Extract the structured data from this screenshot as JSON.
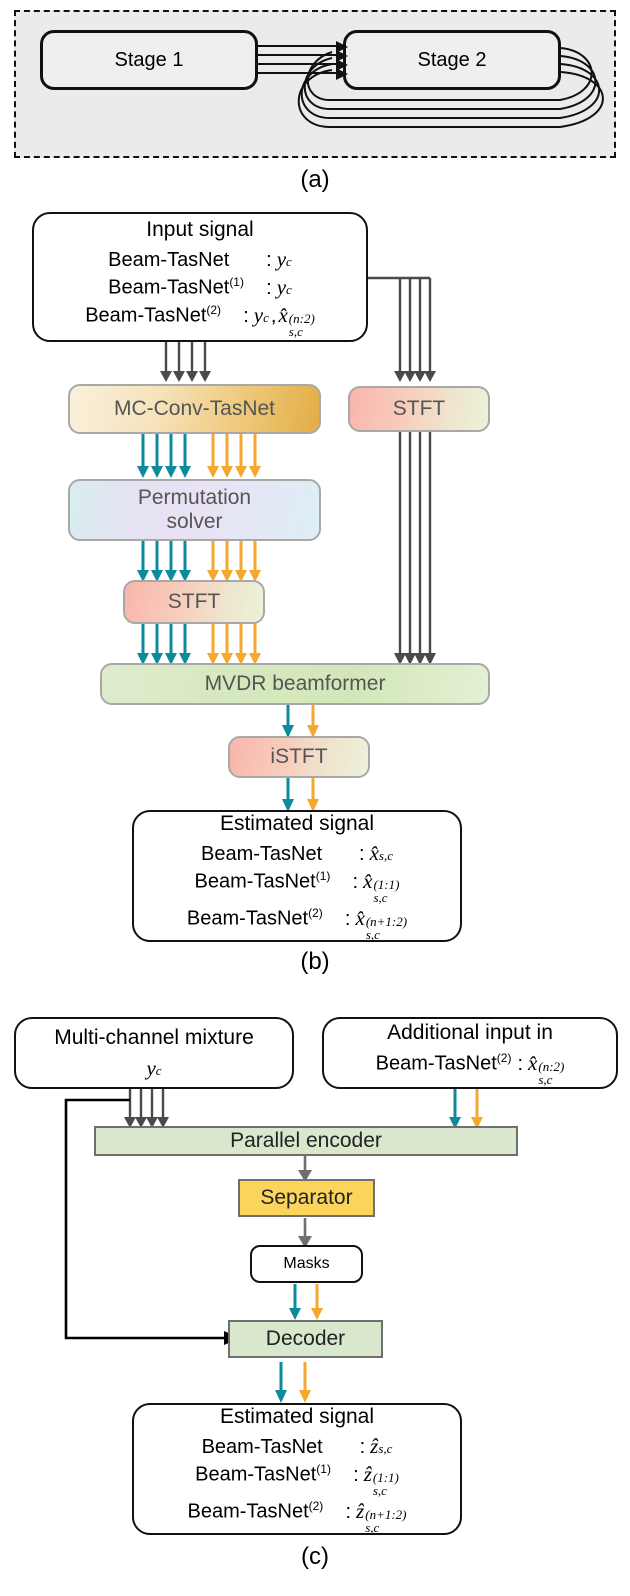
{
  "figure": {
    "panel_a": {
      "label": "(a)",
      "stage1": "Stage 1",
      "stage2": "Stage 2",
      "feedback_loops": 4,
      "forward_channels": 4
    },
    "panel_b": {
      "label": "(b)",
      "input_box": {
        "title": "Input signal",
        "rows": [
          {
            "name": "Beam-TasNet",
            "sup": "",
            "value_base": "y",
            "value_sub": "c",
            "value_sup": "",
            "extra": ""
          },
          {
            "name": "Beam-TasNet",
            "sup": "(1)",
            "value_base": "y",
            "value_sub": "c",
            "value_sup": "",
            "extra": ""
          },
          {
            "name": "Beam-TasNet",
            "sup": "(2)",
            "value_base": "y",
            "value_sub": "c",
            "value_sup": "",
            "extra": ", x̂",
            "extra_sup": "(n:2)",
            "extra_sub": "s,c"
          }
        ]
      },
      "blocks": {
        "mc_conv_tasnet": "MC-Conv-TasNet",
        "permutation_solver_line1": "Permutation",
        "permutation_solver_line2": "solver",
        "stft_left": "STFT",
        "stft_right": "STFT",
        "mvdr": "MVDR beamformer",
        "istft": "iSTFT"
      },
      "output_box": {
        "title": "Estimated signal",
        "rows": [
          {
            "name": "Beam-TasNet",
            "sup": "",
            "value_base": "x̂",
            "value_sub": "s,c",
            "value_sup": ""
          },
          {
            "name": "Beam-TasNet",
            "sup": "(1)",
            "value_base": "x̂",
            "value_sub": "s,c",
            "value_sup": "(1:1)"
          },
          {
            "name": "Beam-TasNet",
            "sup": "(2)",
            "value_base": "x̂",
            "value_sub": "s,c",
            "value_sup": "(n+1:2)"
          }
        ]
      }
    },
    "panel_c": {
      "label": "(c)",
      "mixture_box": {
        "title": "Multi-channel mixture",
        "symbol_base": "y",
        "symbol_sub": "c"
      },
      "additional_input_box": {
        "line1": "Additional input in",
        "name": "Beam-TasNet",
        "sup": "(2)",
        "value_base": "x̂",
        "value_sub": "s,c",
        "value_sup": "(n:2)"
      },
      "blocks": {
        "parallel_encoder": "Parallel encoder",
        "separator": "Separator",
        "masks": "Masks",
        "decoder": "Decoder"
      },
      "output_box": {
        "title": "Estimated signal",
        "rows": [
          {
            "name": "Beam-TasNet",
            "sup": "",
            "value_base": "ẑ",
            "value_sub": "s,c",
            "value_sup": ""
          },
          {
            "name": "Beam-TasNet",
            "sup": "(1)",
            "value_base": "ẑ",
            "value_sub": "s,c",
            "value_sup": "(1:1)"
          },
          {
            "name": "Beam-TasNet",
            "sup": "(2)",
            "value_base": "ẑ",
            "value_sub": "s,c",
            "value_sup": "(n+1:2)"
          }
        ]
      }
    },
    "colors": {
      "teal_arrow": "#0d8a9c",
      "orange_arrow": "#f5a82e",
      "dark_arrow": "#4a4a4a",
      "separator_fill": "#fcd45c",
      "encoder_fill": "#d9e7cd",
      "panel_a_bg": "#ebebeb"
    }
  }
}
